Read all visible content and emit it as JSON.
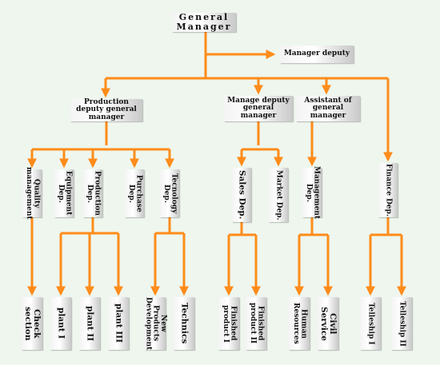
{
  "general_manager": "General Manager",
  "manager_deputy": "Manager deputy",
  "deputies": {
    "production": "Production deputy general manager",
    "manage": "Manage deputy general manager",
    "assistant": "Assistant of general manager"
  },
  "departments": {
    "quality": "Quality management",
    "equipment": "Equipment Dep.",
    "production": "Production Dep.",
    "purchase": "Purchase Dep.",
    "technology": "Tecnology Dep.",
    "sales": "Sales Dep.",
    "market": "Market Dep.",
    "management": "Management Dep.",
    "finance": "Finance Dep."
  },
  "units": {
    "check_section": "Check section",
    "plant_1": "plant I",
    "plant_2": "plant II",
    "plant_3": "plant III",
    "new_products": "New Products Development",
    "technics": "Technics",
    "finished_1": "Finished product I",
    "finished_2": "Finished product II",
    "human_resources": "Human Resources",
    "civil_service": "Civil Service",
    "telleship_1": "Telleship I",
    "telleship_2": "Telleship II"
  },
  "colors": {
    "connector": "#ff8c1a",
    "background": "#eef6ee"
  }
}
